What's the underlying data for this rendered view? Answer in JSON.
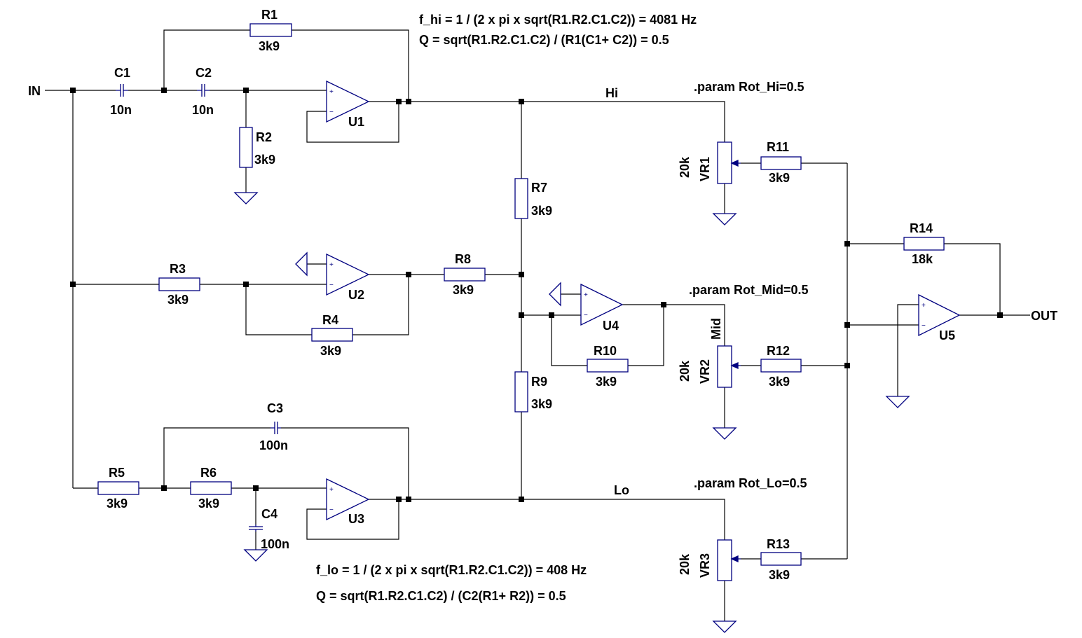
{
  "ports": {
    "in": "IN",
    "out": "OUT"
  },
  "nets": {
    "hi": "Hi",
    "lo": "Lo"
  },
  "formulas": {
    "hi_freq": "f_hi = 1 / (2 x pi x sqrt(R1.R2.C1.C2)) = 4081 Hz",
    "hi_q": "Q = sqrt(R1.R2.C1.C2) / (R1(C1+ C2)) = 0.5",
    "lo_freq": "f_lo = 1 / (2 x pi x sqrt(R1.R2.C1.C2)) = 408 Hz",
    "lo_q": "Q = sqrt(R1.R2.C1.C2) / (C2(R1+ R2)) = 0.5"
  },
  "params": {
    "hi": ".param Rot_Hi=0.5",
    "mid": ".param Rot_Mid=0.5",
    "lo": ".param Rot_Lo=0.5"
  },
  "mid_label": "Mid",
  "pins": {
    "plus": "+",
    "minus": "−"
  },
  "components": {
    "R1": {
      "name": "R1",
      "value": "3k9"
    },
    "R2": {
      "name": "R2",
      "value": "3k9"
    },
    "R3": {
      "name": "R3",
      "value": "3k9"
    },
    "R4": {
      "name": "R4",
      "value": "3k9"
    },
    "R5": {
      "name": "R5",
      "value": "3k9"
    },
    "R6": {
      "name": "R6",
      "value": "3k9"
    },
    "R7": {
      "name": "R7",
      "value": "3k9"
    },
    "R8": {
      "name": "R8",
      "value": "3k9"
    },
    "R9": {
      "name": "R9",
      "value": "3k9"
    },
    "R10": {
      "name": "R10",
      "value": "3k9"
    },
    "R11": {
      "name": "R11",
      "value": "3k9"
    },
    "R12": {
      "name": "R12",
      "value": "3k9"
    },
    "R13": {
      "name": "R13",
      "value": "3k9"
    },
    "R14": {
      "name": "R14",
      "value": "18k"
    },
    "C1": {
      "name": "C1",
      "value": "10n"
    },
    "C2": {
      "name": "C2",
      "value": "10n"
    },
    "C3": {
      "name": "C3",
      "value": "100n"
    },
    "C4": {
      "name": "C4",
      "value": "100n"
    },
    "U1": {
      "name": "U1"
    },
    "U2": {
      "name": "U2"
    },
    "U3": {
      "name": "U3"
    },
    "U4": {
      "name": "U4"
    },
    "U5": {
      "name": "U5"
    },
    "VR1": {
      "name": "VR1",
      "value": "20k"
    },
    "VR2": {
      "name": "VR2",
      "value": "20k"
    },
    "VR3": {
      "name": "VR3",
      "value": "20k"
    }
  }
}
